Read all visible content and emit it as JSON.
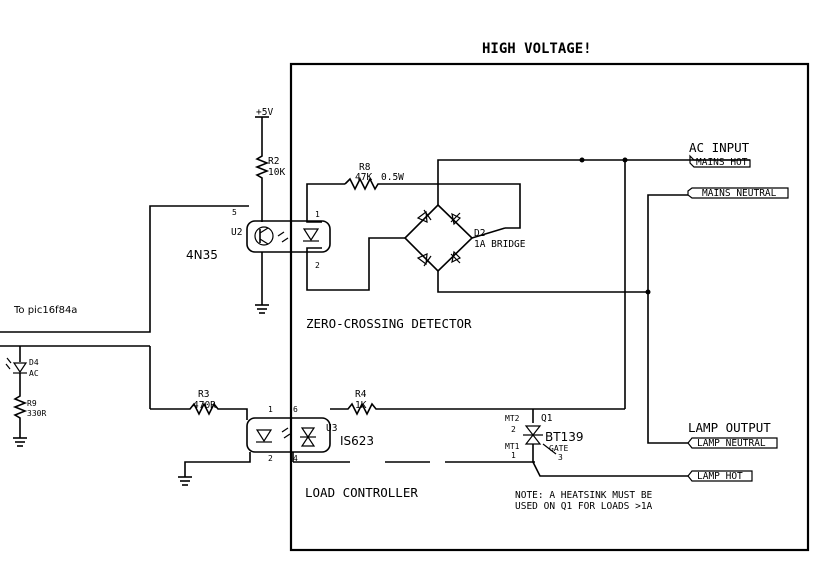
{
  "title": "HIGH VOLTAGE!",
  "sections": {
    "zero_crossing": "ZERO-CROSSING DETECTOR",
    "load_controller": "LOAD CONTROLLER"
  },
  "note": {
    "line1": "NOTE: A HEATSINK MUST BE",
    "line2": "USED ON Q1 FOR LOADS >1A"
  },
  "connectors": {
    "ac_input_heading": "AC INPUT",
    "mains_hot": "MAINS_HOT",
    "mains_neutral": "MAINS_NEUTRAL",
    "lamp_output_heading": "LAMP OUTPUT",
    "lamp_neutral": "LAMP_NEUTRAL",
    "lamp_hot": "LAMP_HOT"
  },
  "power": {
    "vcc": "+5V"
  },
  "components": {
    "r2": {
      "ref": "R2",
      "value": "10K"
    },
    "r8": {
      "ref": "R8",
      "value": "47K",
      "rating": "0.5W"
    },
    "d2": {
      "ref": "D2",
      "value": "1A BRIDGE"
    },
    "u2": {
      "ref": "U2",
      "part": "4N35",
      "pin1": "1",
      "pin2": "2",
      "pin5": "5"
    },
    "d4": {
      "ref": "D4",
      "value": "AC"
    },
    "r9": {
      "ref": "R9",
      "value": "330R"
    },
    "r3": {
      "ref": "R3",
      "value": "470R"
    },
    "r4": {
      "ref": "R4",
      "value": "1K"
    },
    "u3": {
      "ref": "U3",
      "part": "IS623",
      "pin1": "1",
      "pin2": "2",
      "pin4": "4",
      "pin6": "6"
    },
    "q1": {
      "ref": "Q1",
      "part": "BT139",
      "mt2": "MT2",
      "mt1": "MT1",
      "gate": "GATE",
      "pin1": "1",
      "pin2": "2",
      "pin3": "3"
    }
  },
  "annotations": {
    "mcu": "To pic16f84a"
  }
}
